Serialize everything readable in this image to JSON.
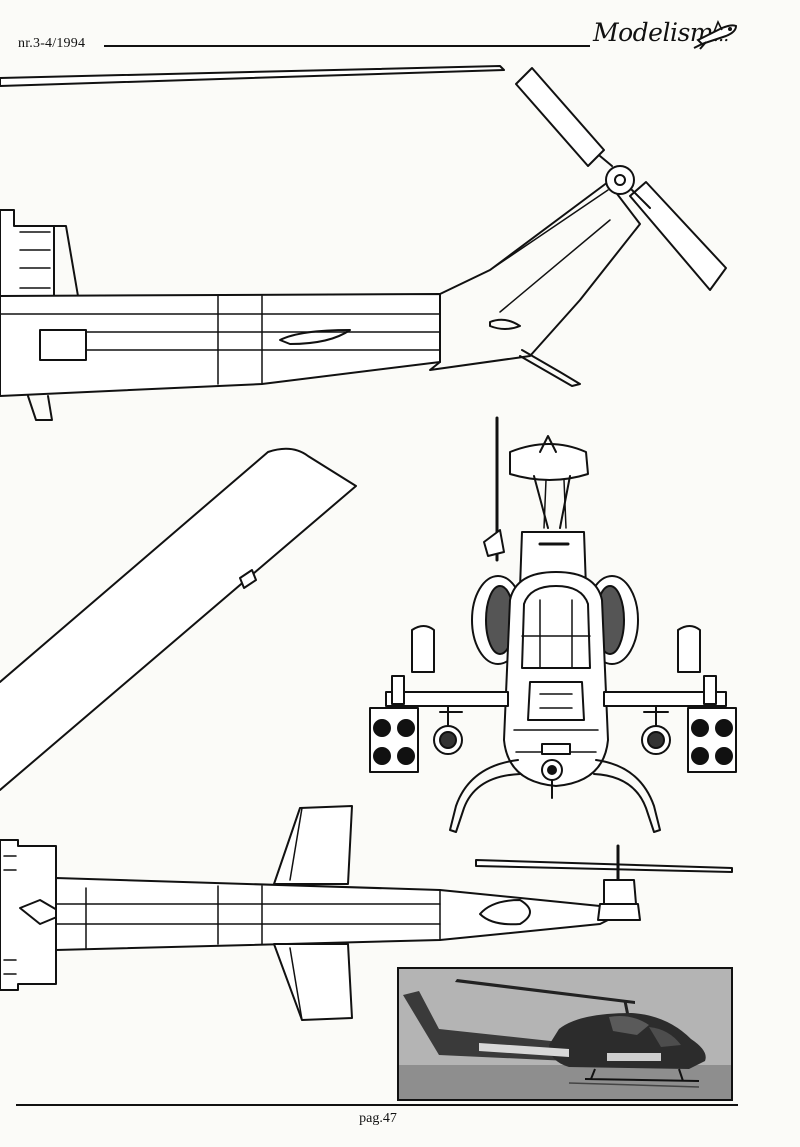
{
  "header": {
    "issue": "nr.3-4/1994",
    "brand": "Modelism",
    "brand_suffix": "..."
  },
  "icons": {
    "logo": "rocket-cartoon-icon"
  },
  "footer": {
    "page_number": "pag.47"
  }
}
